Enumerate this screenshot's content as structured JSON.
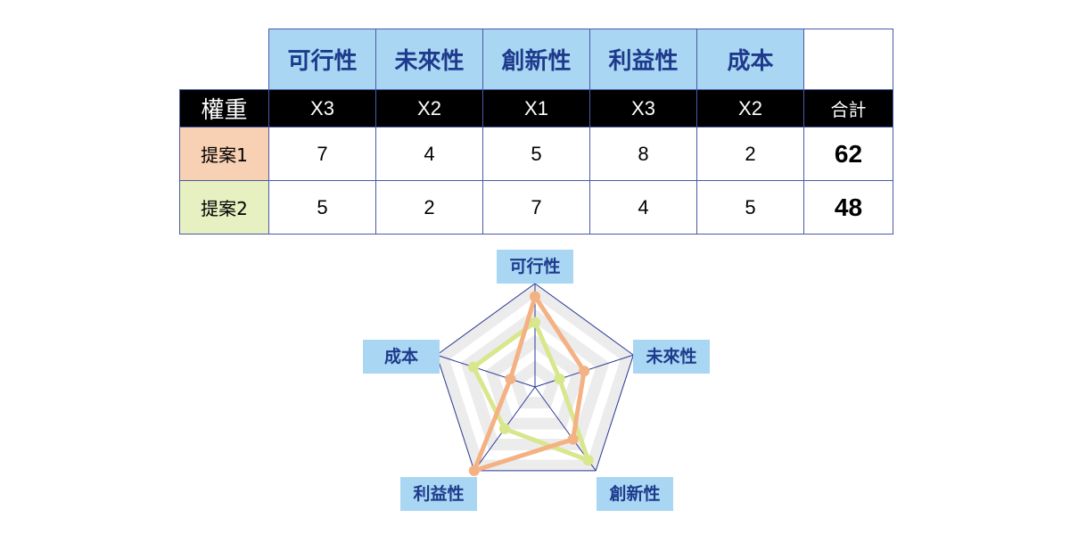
{
  "table": {
    "criteria": [
      "可行性",
      "未來性",
      "創新性",
      "利益性",
      "成本"
    ],
    "weight_label": "權重",
    "weights": [
      "X3",
      "X2",
      "X1",
      "X3",
      "X2"
    ],
    "total_label": "合計",
    "rows": [
      {
        "name": "提案1",
        "scores": [
          "7",
          "4",
          "5",
          "8",
          "2"
        ],
        "total": "62"
      },
      {
        "name": "提案2",
        "scores": [
          "5",
          "2",
          "7",
          "4",
          "5"
        ],
        "total": "48"
      }
    ]
  },
  "chart_data": {
    "type": "radar",
    "axes": [
      "可行性",
      "未來性",
      "創新性",
      "利益性",
      "成本"
    ],
    "max": 8,
    "series": [
      {
        "name": "提案1",
        "values": [
          7,
          4,
          5,
          8,
          2
        ],
        "color": "#f4b183"
      },
      {
        "name": "提案2",
        "values": [
          5,
          2,
          7,
          4,
          5
        ],
        "color": "#d8e68c"
      }
    ]
  }
}
